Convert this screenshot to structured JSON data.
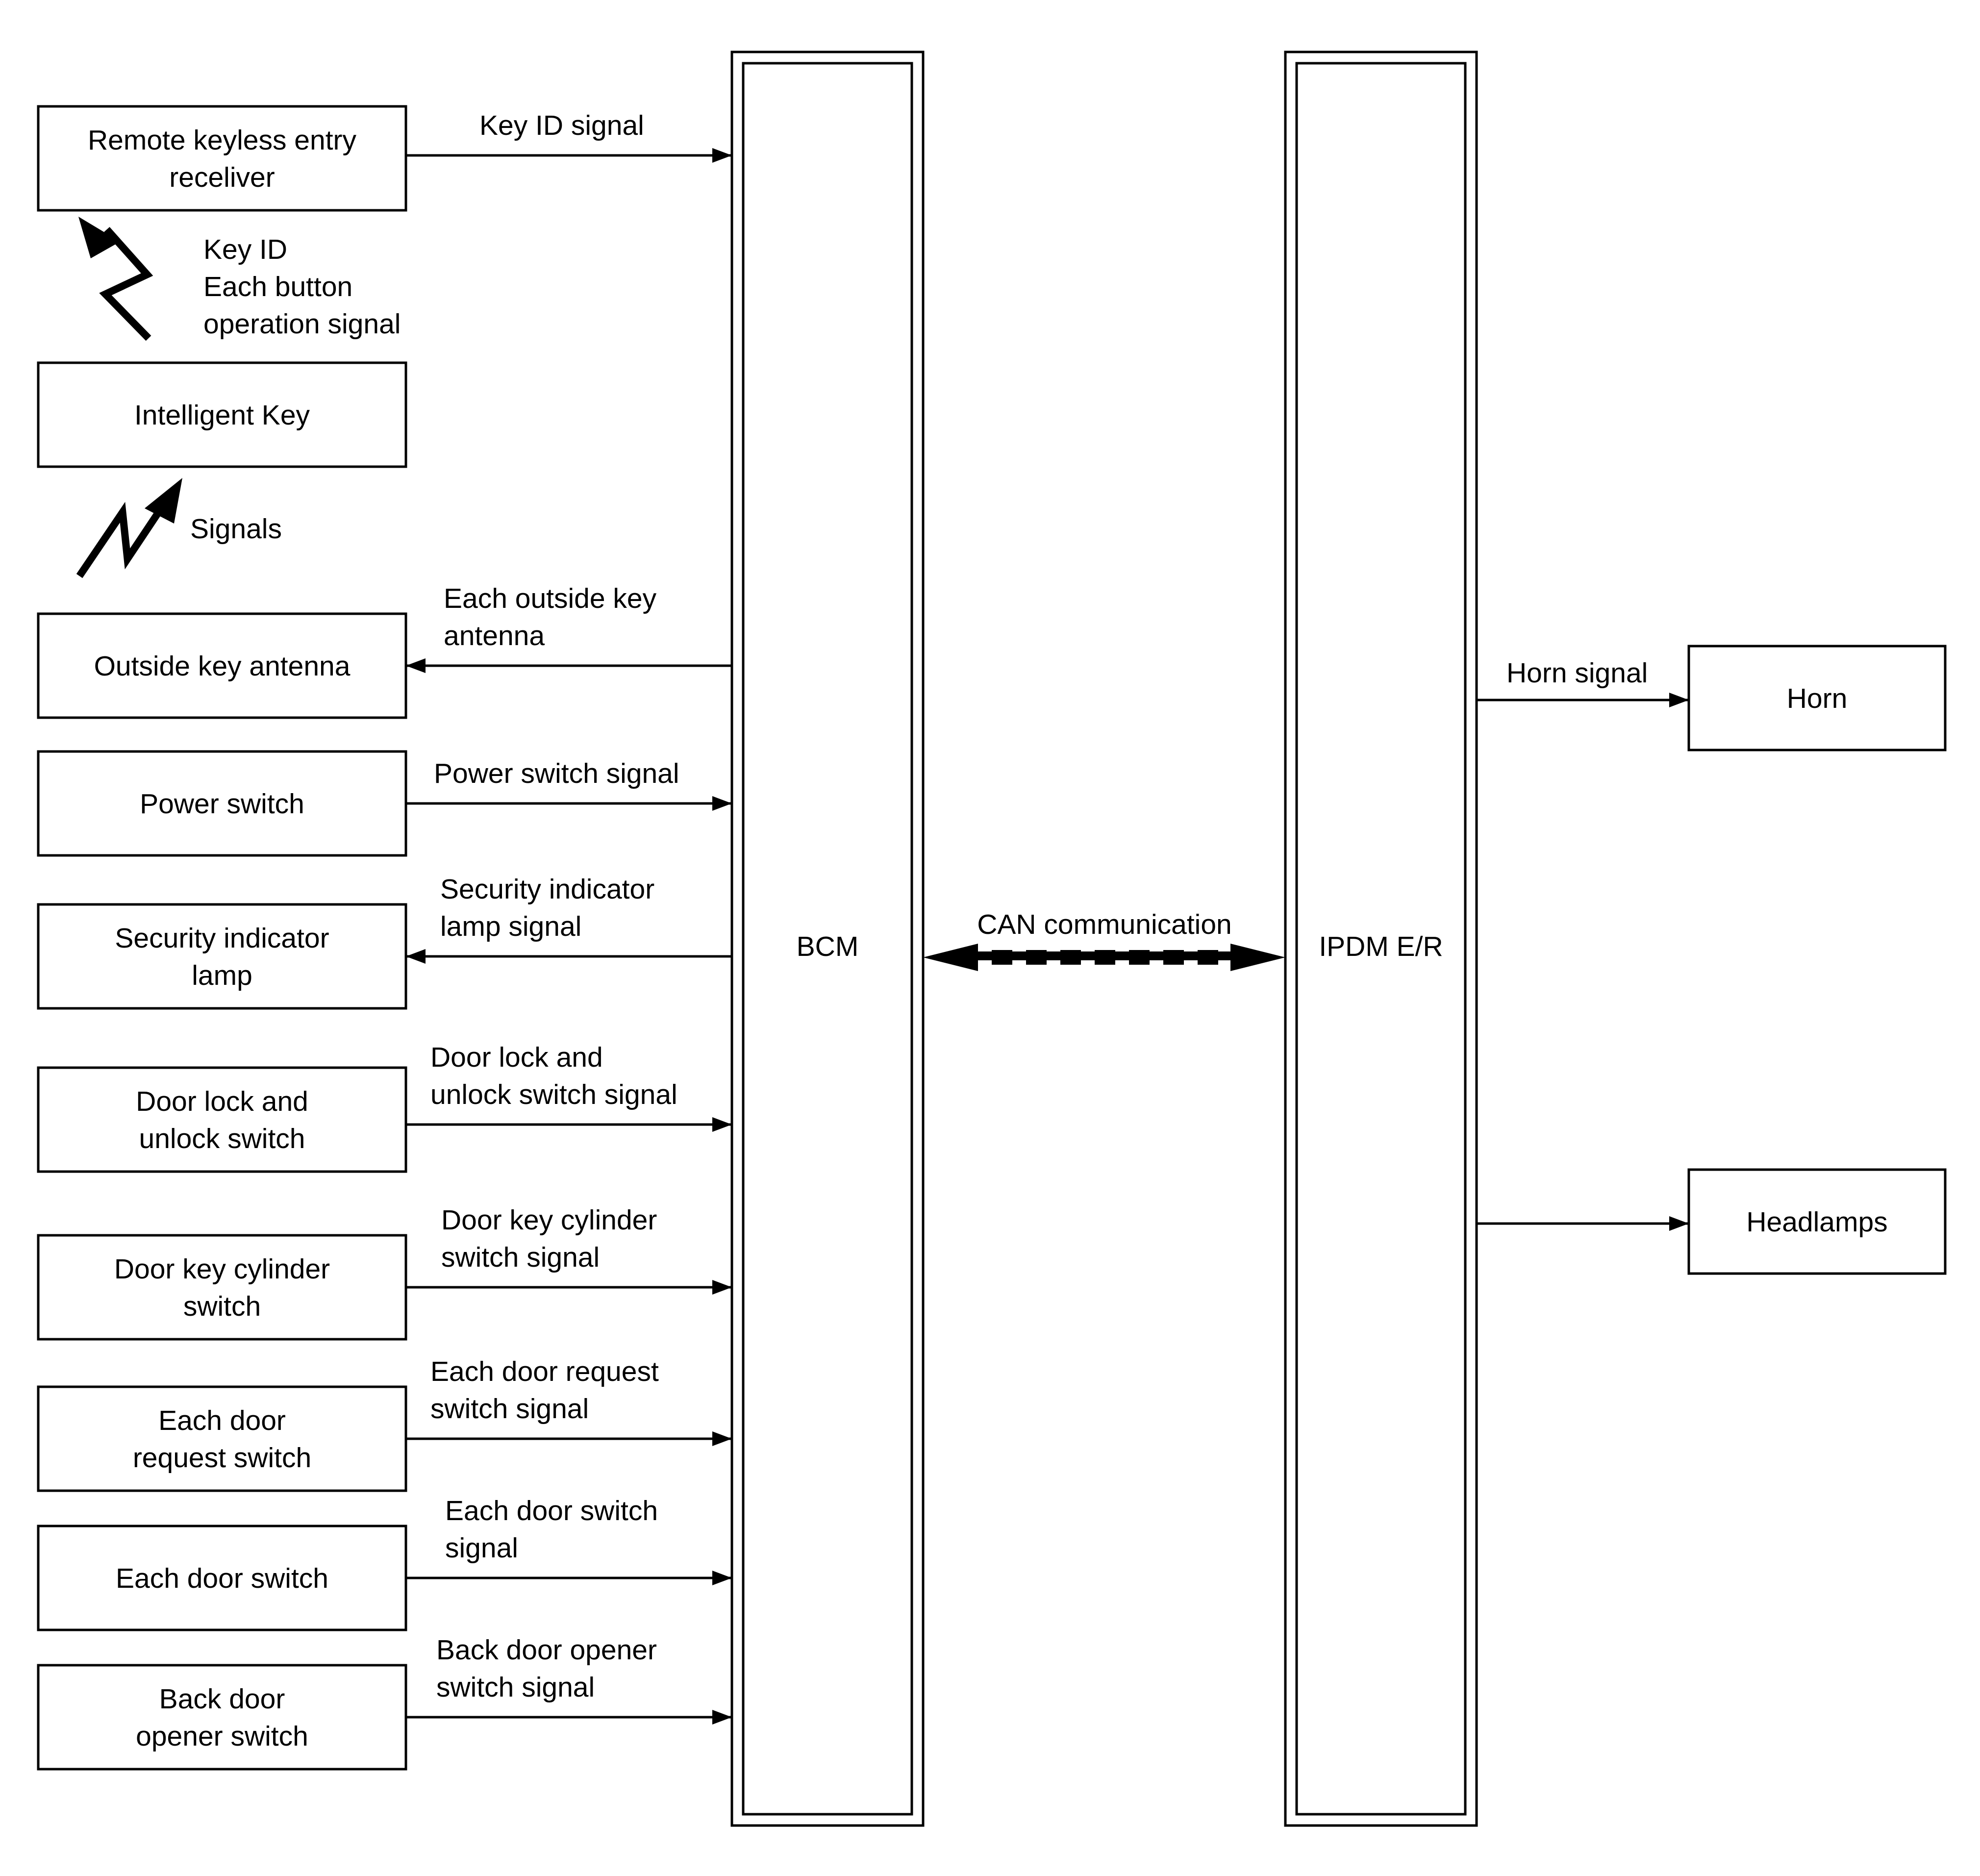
{
  "modules": {
    "bcm": "BCM",
    "ipdm": "IPDM E/R"
  },
  "inputs": [
    {
      "label": [
        "Remote keyless entry",
        "receliver"
      ],
      "signal": [
        "Key ID signal"
      ],
      "direction": "to-bcm"
    },
    {
      "label": [
        "Intelligent Key"
      ],
      "signal": [],
      "direction": "none"
    },
    {
      "label": [
        "Outside key antenna"
      ],
      "signal": [
        "Each outside key",
        "antenna"
      ],
      "direction": "from-bcm"
    },
    {
      "label": [
        "Power switch"
      ],
      "signal": [
        "Power switch signal"
      ],
      "direction": "to-bcm"
    },
    {
      "label": [
        "Security indicator",
        "lamp"
      ],
      "signal": [
        "Security indicator",
        "lamp signal"
      ],
      "direction": "from-bcm"
    },
    {
      "label": [
        "Door lock and",
        "unlock switch"
      ],
      "signal": [
        "Door lock and",
        "unlock switch signal"
      ],
      "direction": "to-bcm"
    },
    {
      "label": [
        "Door key cylinder",
        "switch"
      ],
      "signal": [
        "Door key cylinder",
        "switch signal"
      ],
      "direction": "to-bcm"
    },
    {
      "label": [
        "Each door",
        "request switch"
      ],
      "signal": [
        "Each door request",
        "switch signal"
      ],
      "direction": "to-bcm"
    },
    {
      "label": [
        "Each door switch"
      ],
      "signal": [
        "Each door switch",
        "signal"
      ],
      "direction": "to-bcm"
    },
    {
      "label": [
        "Back door",
        "opener switch"
      ],
      "signal": [
        "Back door opener",
        "switch signal"
      ],
      "direction": "to-bcm"
    }
  ],
  "wireless": [
    {
      "label": [
        "Key ID",
        "Each button",
        "operation signal"
      ],
      "icon": "lightning-arrow-up-icon"
    },
    {
      "label": [
        "Signals"
      ],
      "icon": "lightning-arrow-up-icon"
    }
  ],
  "can_link": {
    "label": "CAN communication"
  },
  "outputs": [
    {
      "label": [
        "Horn"
      ],
      "signal": [
        "Horn signal"
      ]
    },
    {
      "label": [
        "Headlamps"
      ],
      "signal": []
    }
  ]
}
